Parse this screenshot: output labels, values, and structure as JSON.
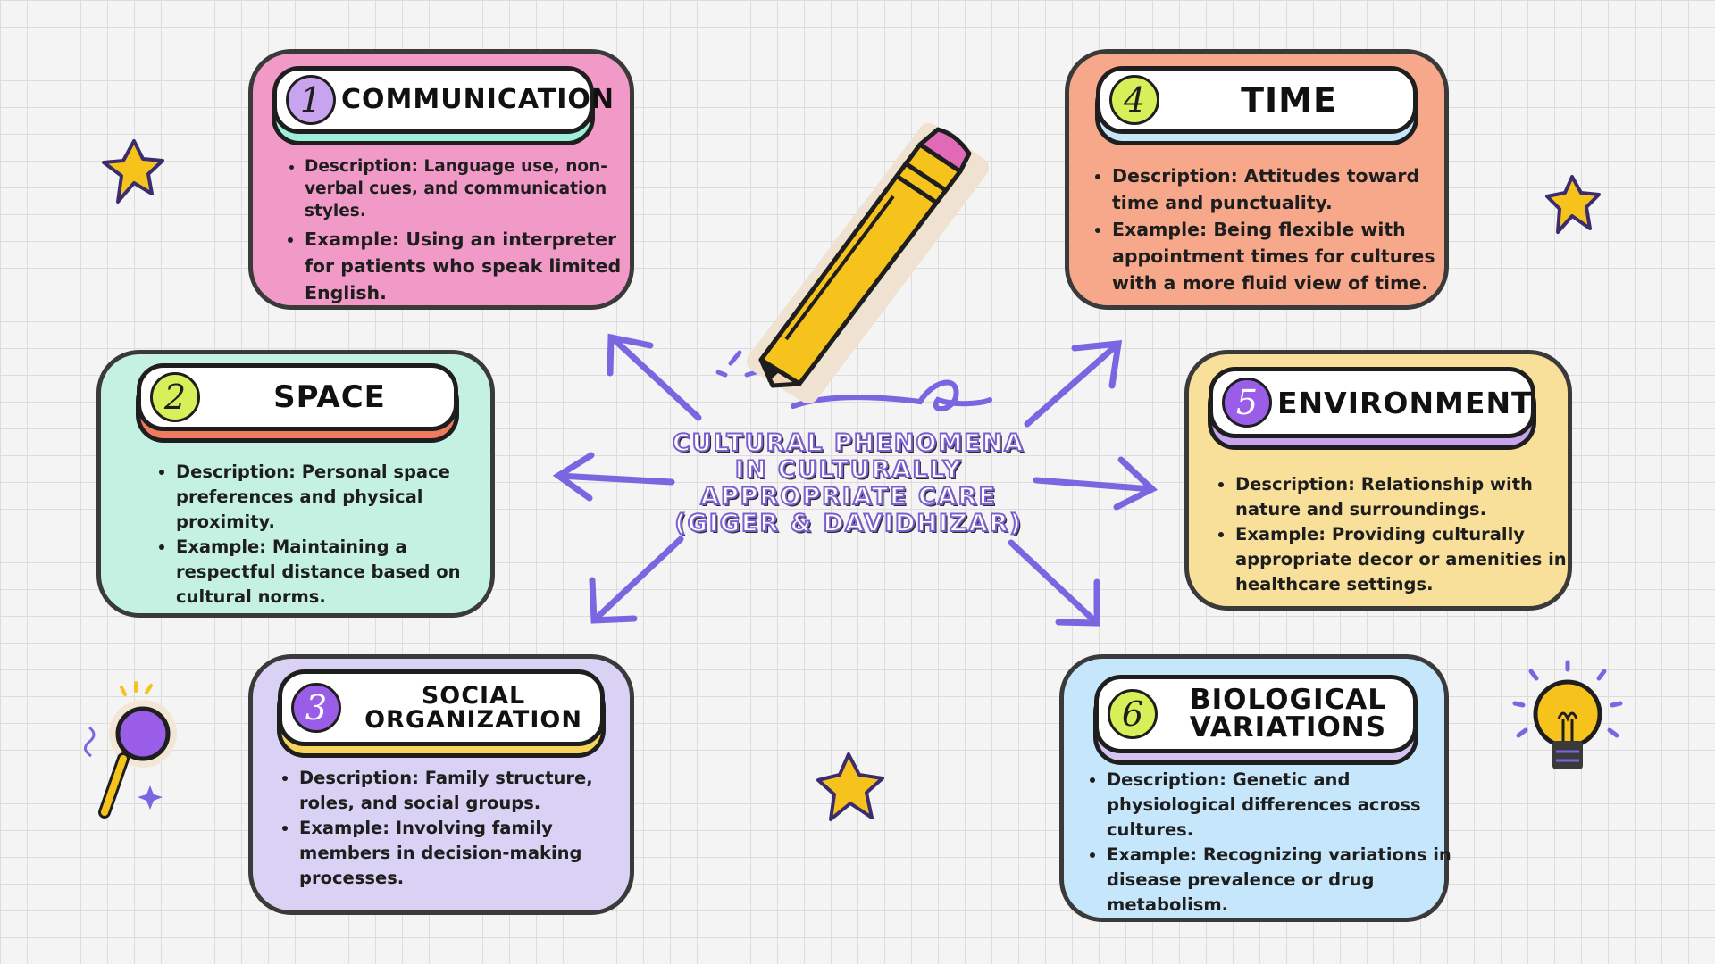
{
  "center": {
    "title": "CULTURAL PHENOMENA IN CULTURALLY APPROPRIATE CARE (GIGER & DAVIDHIZAR)"
  },
  "cards": [
    {
      "number": "1",
      "title": "COMMUNICATION",
      "points": [
        "Description: Language use, non-verbal cues, and communication styles.",
        "Example: Using an interpreter for patients who speak limited English."
      ],
      "color": "#f19ac8",
      "accent": "#9ef0dd"
    },
    {
      "number": "2",
      "title": "SPACE",
      "points": [
        "Description: Personal space preferences and physical proximity.",
        "Example: Maintaining a respectful distance based on cultural norms."
      ],
      "color": "#c4f1e1",
      "accent": "#f07a5f"
    },
    {
      "number": "3",
      "title": "SOCIAL ORGANIZATION",
      "points": [
        "Description: Family structure, roles, and social groups.",
        "Example: Involving family members in decision-making processes."
      ],
      "color": "#d9d2f5",
      "accent": "#f6d35c"
    },
    {
      "number": "4",
      "title": "TIME",
      "points": [
        "Description: Attitudes toward time and punctuality.",
        "Example: Being flexible with appointment times for cultures with a more fluid view of time."
      ],
      "color": "#f8a88a",
      "accent": "#c8e6f8"
    },
    {
      "number": "5",
      "title": "ENVIRONMENT",
      "points": [
        "Description: Relationship with nature and surroundings.",
        "Example: Providing culturally appropriate decor or amenities in healthcare settings."
      ],
      "color": "#f8e09a",
      "accent": "#c9a4ee"
    },
    {
      "number": "6",
      "title": "BIOLOGICAL VARIATIONS",
      "points": [
        "Description: Genetic and physiological differences across cultures.",
        "Example: Recognizing variations in disease prevalence or drug metabolism."
      ],
      "color": "#c6e7fb",
      "accent": "#d4c4ef"
    }
  ],
  "colors": {
    "arrow": "#7a66e0",
    "star": "#f6c21c",
    "pencil_body": "#f6c21c",
    "pencil_eraser": "#e06ab6",
    "bulb": "#f6c21c"
  },
  "icons": [
    "pencil-icon",
    "star-icon",
    "magnifying-glass-icon",
    "lightbulb-icon",
    "arrow-icon"
  ]
}
